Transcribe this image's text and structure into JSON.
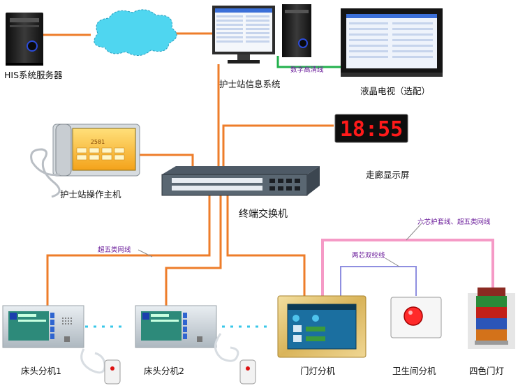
{
  "nodes": {
    "his_server": {
      "label": "HIS系统服务器"
    },
    "nurse_info_system": {
      "label": "护士站信息系统"
    },
    "lcd_tv": {
      "label": "液晶电视（选配）"
    },
    "corridor_display": {
      "label": "走廊显示屏",
      "time": "18:55"
    },
    "nurse_host": {
      "label": "护士站操作主机",
      "screen_number": "2581"
    },
    "switch": {
      "label": "终端交换机"
    },
    "bed_unit_1": {
      "label": "床头分机1"
    },
    "bed_unit_2": {
      "label": "床头分机2"
    },
    "door_unit": {
      "label": "门灯分机"
    },
    "bathroom_unit": {
      "label": "卫生间分机"
    },
    "four_color_light": {
      "label": "四色门灯"
    }
  },
  "wires": {
    "hdmi": "数字高清线",
    "cat5e": "超五类网线",
    "twisted_pair": "两芯双绞线",
    "six_core": "六芯护套线、超五类网线"
  },
  "colors": {
    "cat5e": "#ee7d2a",
    "hdmi": "#22b14c",
    "twisted_pair": "#8f8fe0",
    "six_core": "#f59ac6",
    "cloud": "#4fd6f0",
    "led_red": "#ff1a1a"
  }
}
